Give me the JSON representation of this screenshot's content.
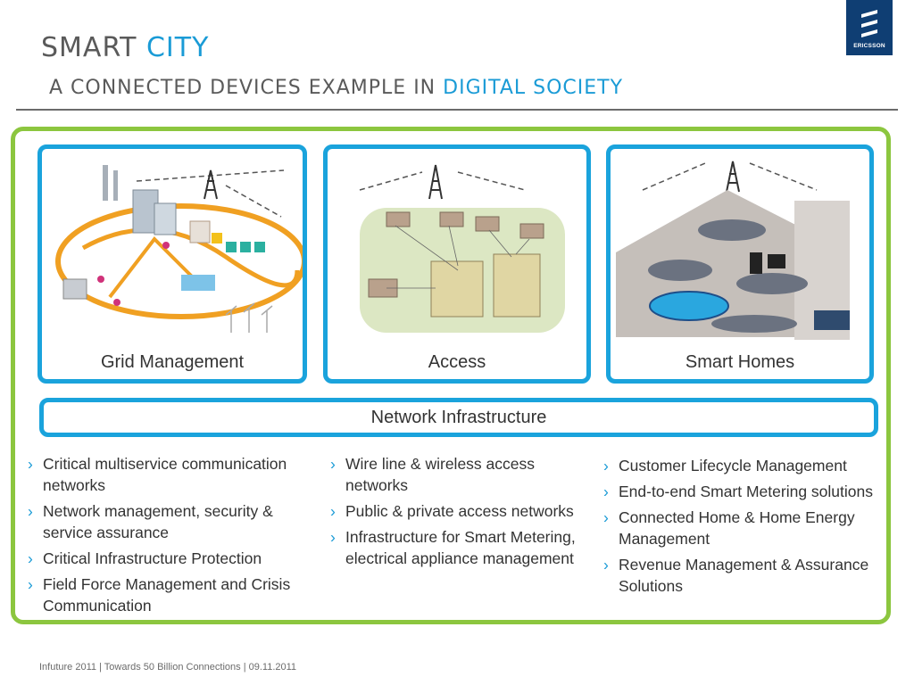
{
  "header": {
    "title_main": "SMART ",
    "title_accent": "CITY",
    "subtitle_main": "A CONNECTED DEVICES EXAMPLE IN ",
    "subtitle_accent": "DIGITAL SOCIETY",
    "logo_text": "ERICSSON"
  },
  "cards": [
    {
      "label": "Grid Management"
    },
    {
      "label": "Access"
    },
    {
      "label": "Smart Homes"
    }
  ],
  "network_bar": {
    "label": "Network Infrastructure"
  },
  "columns": [
    {
      "items": [
        "Critical multiservice communication networks",
        "Network management, security & service assurance",
        "Critical Infrastructure Protection",
        "Field Force Management and Crisis Communication"
      ]
    },
    {
      "items": [
        "Wire line & wireless access networks",
        "Public & private access networks",
        "Infrastructure for Smart Metering, electrical appliance management"
      ]
    },
    {
      "items": [
        "Customer Lifecycle Management",
        "End-to-end Smart Metering solutions",
        "Connected Home & Home Energy Management",
        "Revenue Management & Assurance Solutions"
      ]
    }
  ],
  "bullet_glyph": "›",
  "footer": {
    "text": "Infuture 2011 |  Towards 50 Billion Connections  | 09.11.2011"
  },
  "colors": {
    "accent_blue": "#1a9bd6",
    "frame_green": "#8cc63f",
    "logo_navy": "#0f3e73"
  }
}
